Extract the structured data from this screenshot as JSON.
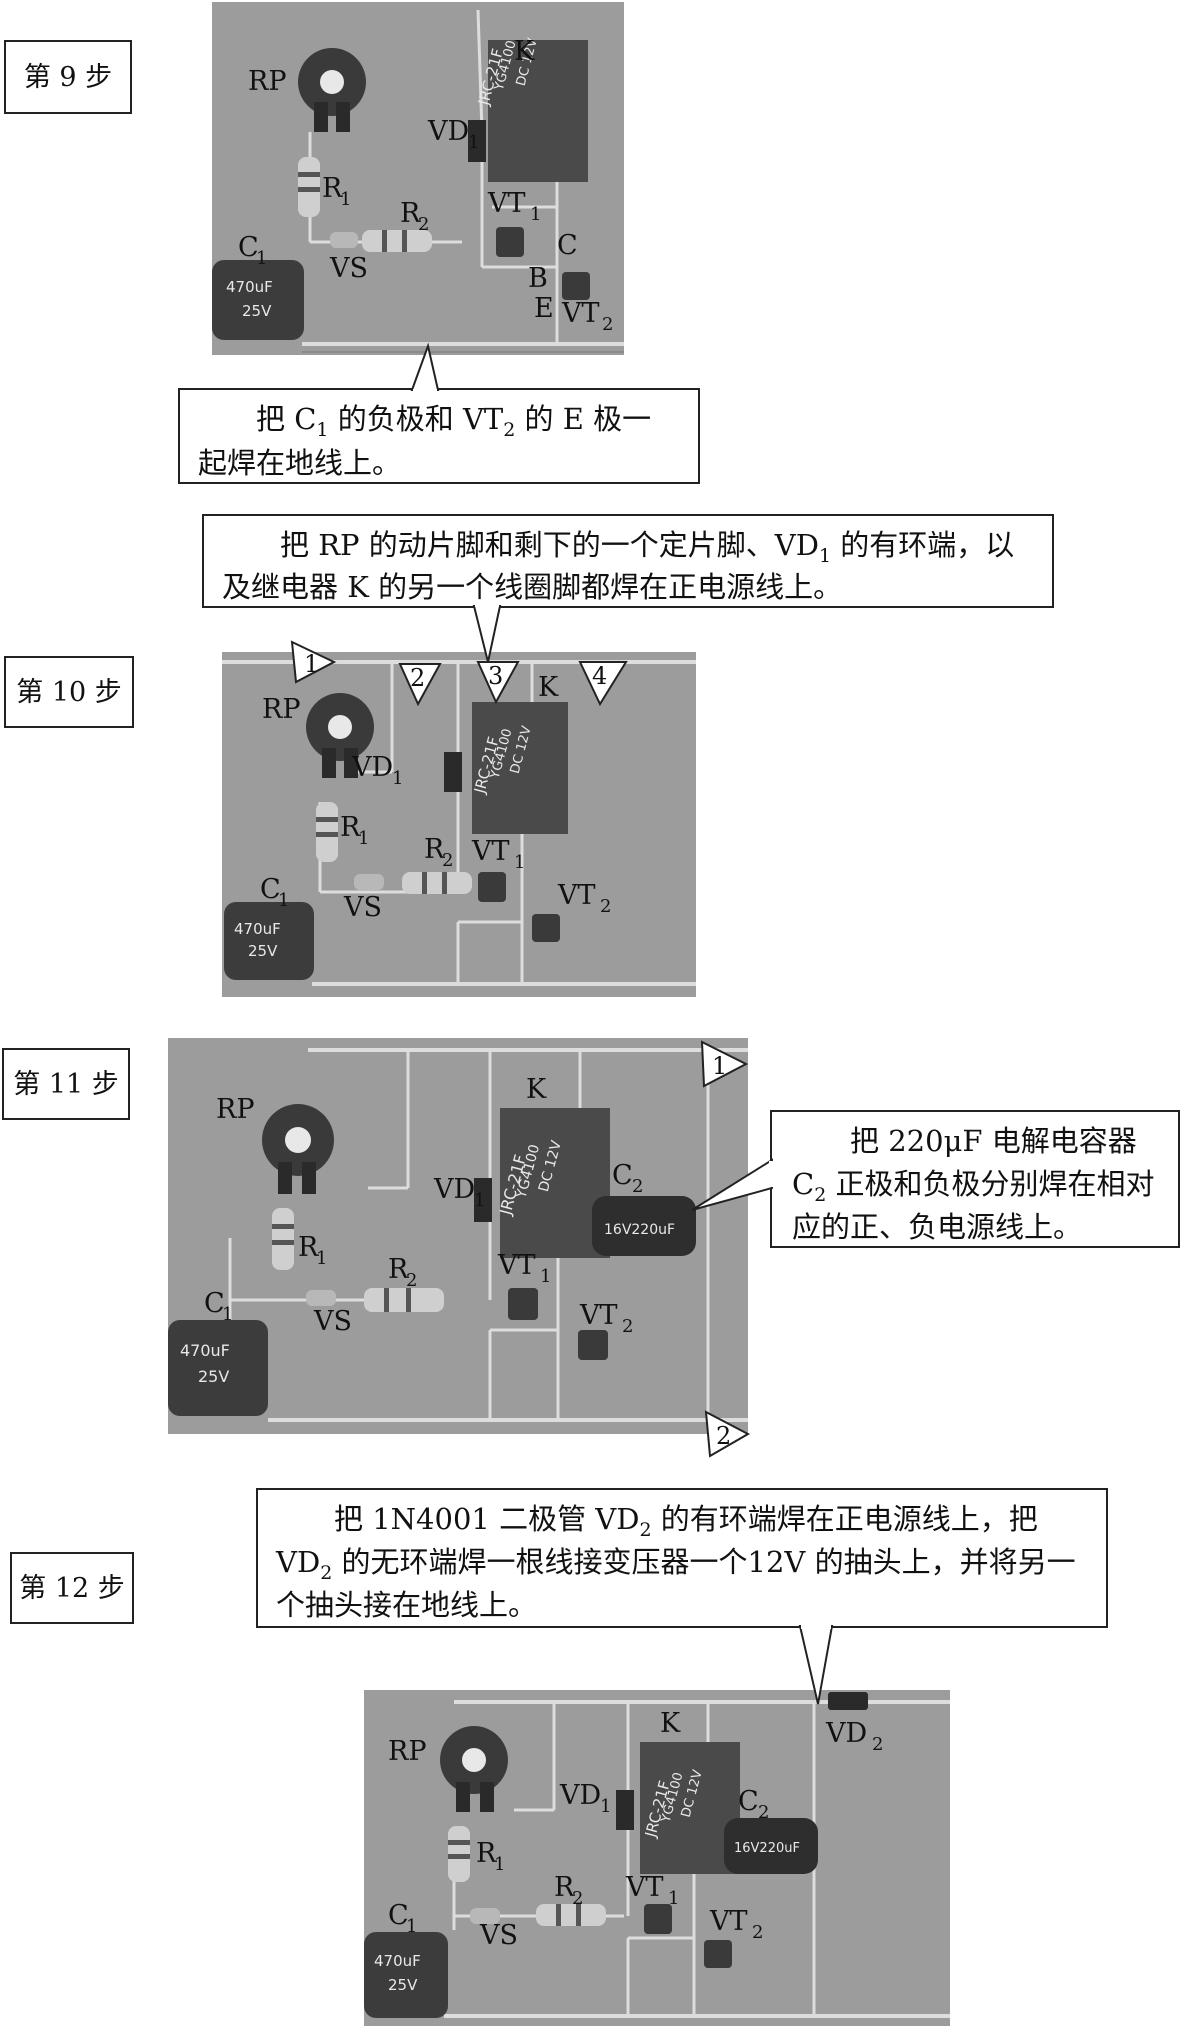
{
  "steps": [
    {
      "title": "第 9 步",
      "callout_parts": [
        "把 C",
        "1",
        " 的负极和 VT",
        "2",
        " 的 E 极一起焊在地线上。"
      ],
      "labels": [
        "RP",
        "K",
        "VD",
        "1",
        "R",
        "1",
        "R",
        "2",
        "VT",
        "1",
        "C",
        "1",
        "VS",
        "C",
        "B",
        "E",
        "VT",
        "2"
      ],
      "chip_text": [
        "JRC-21F",
        "YG4100",
        "DC 12V",
        "470uF",
        "25V"
      ]
    },
    {
      "title": "第 10 步",
      "callout_parts": [
        "把 RP 的动片脚和剩下的一个定片脚、VD",
        "1",
        " 的有环端，以及继电器 K 的另一个线圈脚都焊在正电源线上。"
      ],
      "markers": [
        "1",
        "2",
        "3",
        "4"
      ],
      "labels": [
        "RP",
        "K",
        "VD",
        "1",
        "R",
        "1",
        "R",
        "2",
        "VT",
        "1",
        "C",
        "1",
        "VS",
        "VT",
        "2"
      ],
      "chip_text": [
        "JRC-21F",
        "YG4100",
        "DC 12V",
        "470uF",
        "25V"
      ]
    },
    {
      "title": "第 11 步",
      "callout_parts": [
        "把 220μF 电解电容器 C",
        "2",
        " 正极和负极分别焊在相对应的正、负电源线上。"
      ],
      "markers": [
        "1",
        "2"
      ],
      "labels": [
        "RP",
        "K",
        "VD",
        "1",
        "C",
        "2",
        "R",
        "1",
        "R",
        "2",
        "VT",
        "1",
        "C",
        "1",
        "VS",
        "VT",
        "2"
      ],
      "chip_text": [
        "JRC-21F",
        "YG4100",
        "DC 12V",
        "470uF",
        "25V",
        "16V220uF"
      ]
    },
    {
      "title": "第 12 步",
      "callout_parts": [
        "把 1N4001 二极管 VD",
        "2",
        " 的有环端焊在正电源线上，把 VD",
        "2",
        " 的无环端焊一根线接变压器一个12V 的抽头上，并将另一个抽头接在地线上。"
      ],
      "labels": [
        "RP",
        "K",
        "VD",
        "2",
        "VD",
        "1",
        "C",
        "2",
        "R",
        "1",
        "R",
        "2",
        "VT",
        "1",
        "C",
        "1",
        "VS",
        "VT",
        "2"
      ],
      "chip_text": [
        "JRC-21F",
        "YG4100",
        "DC 12V",
        "470uF",
        "25V",
        "16V220uF"
      ]
    }
  ]
}
